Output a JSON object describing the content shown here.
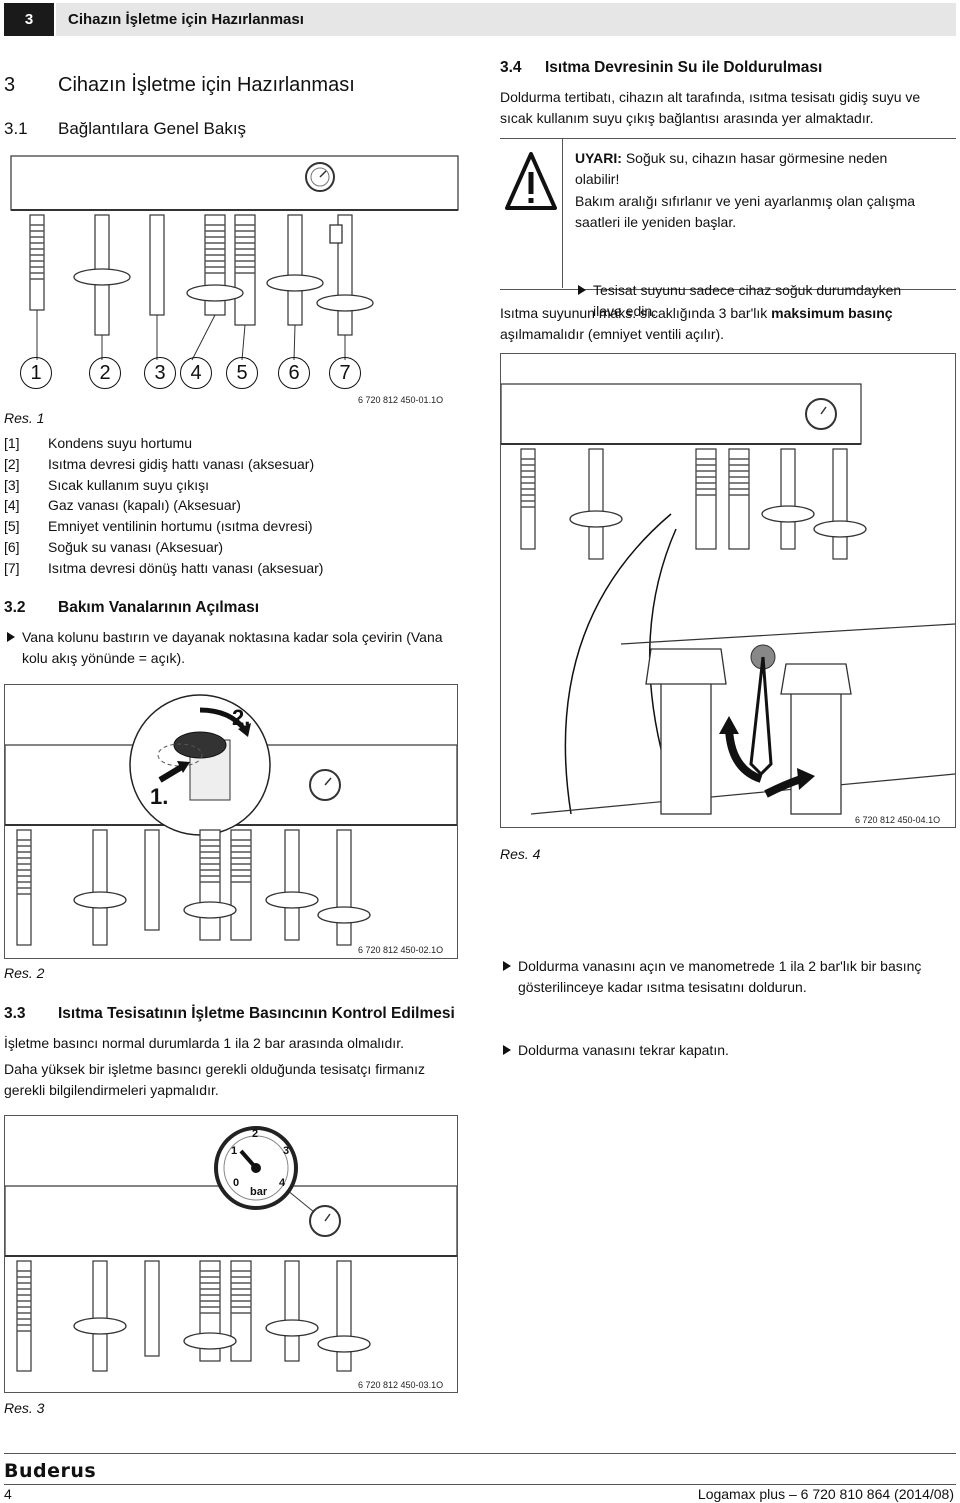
{
  "header": {
    "section_num": "3",
    "section_title": "Cihazın İşletme için Hazırlanması"
  },
  "left": {
    "h1_num": "3",
    "h1_title": "Cihazın İşletme için Hazırlanması",
    "h31_num": "3.1",
    "h31_title": "Bağlantılara Genel Bakış",
    "fig1": {
      "code": "6 720 812 450-01.1O",
      "callouts": [
        "1",
        "2",
        "3",
        "4",
        "5",
        "6",
        "7"
      ],
      "caption": "Res. 1"
    },
    "legend": [
      {
        "n": "[1]",
        "t": "Kondens suyu hortumu"
      },
      {
        "n": "[2]",
        "t": "Isıtma devresi gidiş hattı vanası (aksesuar)"
      },
      {
        "n": "[3]",
        "t": "Sıcak kullanım suyu çıkışı"
      },
      {
        "n": "[4]",
        "t": "Gaz vanası (kapalı) (Aksesuar)"
      },
      {
        "n": "[5]",
        "t": "Emniyet ventilinin hortumu (ısıtma devresi)"
      },
      {
        "n": "[6]",
        "t": "Soğuk su vanası (Aksesuar)"
      },
      {
        "n": "[7]",
        "t": "Isıtma devresi dönüş hattı vanası (aksesuar)"
      }
    ],
    "h32_num": "3.2",
    "h32_title": "Bakım Vanalarının Açılması",
    "s32_bullet_l1": "Vana kolunu bastırın ve dayanak noktasına kadar sola çevirin (Vana",
    "s32_bullet_l2": "kolu akış yönünde = açık).",
    "fig2": {
      "code": "6 720 812 450-02.1O",
      "step1": "1.",
      "step2": "2.",
      "caption": "Res. 2"
    },
    "h33_num": "3.3",
    "h33_title": "Isıtma Tesisatının İşletme Basıncının Kontrol Edilmesi",
    "s33_p1": "İşletme basıncı normal durumlarda 1 ila 2 bar arasında olmalıdır.",
    "s33_p2_l1": "Daha yüksek bir işletme basıncı gerekli olduğunda tesisatçı firmanız",
    "s33_p2_l2": "gerekli bilgilendirmeleri yapmalıdır.",
    "fig3": {
      "code": "6 720 812 450-03.1O",
      "gauge": {
        "t0": "0",
        "t1": "1",
        "t2": "2",
        "t3": "3",
        "t4": "4",
        "unit": "bar"
      },
      "caption": "Res. 3"
    }
  },
  "right": {
    "h34_num": "3.4",
    "h34_title": "Isıtma Devresinin Su ile Doldurulması",
    "s34_p1_l1": "Doldurma tertibatı, cihazın alt tarafında, ısıtma tesisatı gidiş suyu ve",
    "s34_p1_l2": "sıcak kullanım suyu çıkış bağlantısı arasında yer almaktadır.",
    "warn": {
      "label": "UYARI:",
      "l1": " Soğuk su, cihazın hasar görmesine neden",
      "l2": "olabilir!",
      "l3": "Bakım aralığı sıfırlanır ve yeni ayarlanmış olan çalışma",
      "l4": "saatleri ile yeniden başlar.",
      "b1": "Tesisat suyunu sadece cihaz soğuk durumdayken",
      "b2": "ilave edin."
    },
    "p2_l1": "Isıtma suyunun maks. sıcaklığında 3 bar'lık ",
    "p2_bold": "maksimum basınç",
    "p2_l2": "aşılmamalıdır (emniyet ventili açılır).",
    "fig4": {
      "code": "6 720 812 450-04.1O",
      "caption": "Res. 4"
    },
    "b1_l1": "Doldurma vanasını açın ve manometrede 1 ila 2 bar'lık bir basınç",
    "b1_l2": "gösterilinceye kadar ısıtma tesisatını doldurun.",
    "b2": "Doldurma vanasını tekrar kapatın."
  },
  "footer": {
    "brand": "Buderus",
    "page": "4",
    "doc": "Logamax plus – 6 720 810 864 (2014/08)"
  }
}
